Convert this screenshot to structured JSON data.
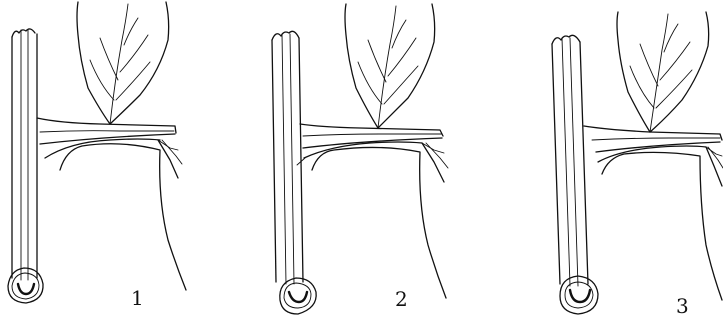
{
  "figure": {
    "panels": [
      {
        "label": "1"
      },
      {
        "label": "2"
      },
      {
        "label": "3"
      }
    ]
  }
}
